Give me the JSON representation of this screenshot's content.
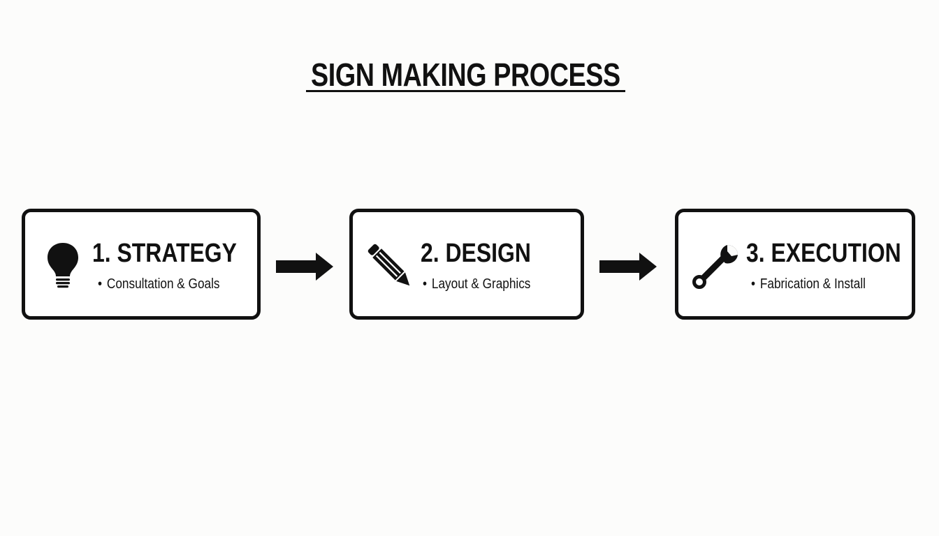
{
  "title": "SIGN MAKING PROCESS",
  "colors": {
    "ink": "#111111",
    "background": "#fcfcfb",
    "card_fill": "#ffffff"
  },
  "steps": [
    {
      "heading": "1. STRATEGY",
      "bullet": "•",
      "detail": "Consultation & Goals",
      "icon": "lightbulb-icon"
    },
    {
      "heading": "2. DESIGN",
      "bullet": "•",
      "detail": "Layout & Graphics",
      "icon": "pencil-icon"
    },
    {
      "heading": "3. EXECUTION",
      "bullet": "•",
      "detail": "Fabrication & Install",
      "icon": "wrench-icon"
    }
  ],
  "connectors": [
    {
      "from": "1. STRATEGY",
      "to": "2. DESIGN",
      "icon": "arrow-right-icon"
    },
    {
      "from": "2. DESIGN",
      "to": "3. EXECUTION",
      "icon": "arrow-right-icon"
    }
  ]
}
